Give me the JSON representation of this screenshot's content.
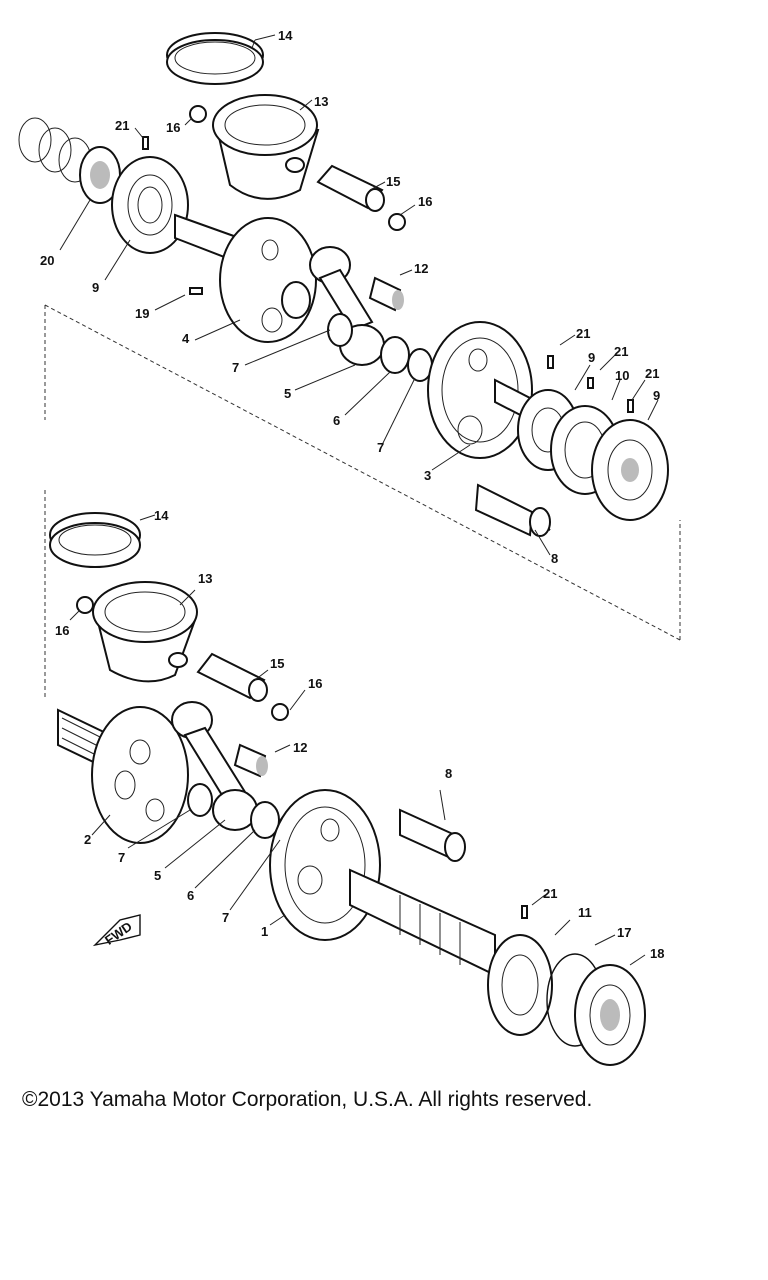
{
  "labels": {
    "l14a": "14",
    "l13a": "13",
    "l21a": "21",
    "l16a": "16",
    "l15a": "15",
    "l16b": "16",
    "l20": "20",
    "l9a": "9",
    "l19": "19",
    "l12a": "12",
    "l4": "4",
    "l7a": "7",
    "l5a": "5",
    "l6a": "6",
    "l7b": "7",
    "l3": "3",
    "l21b": "21",
    "l9b": "9",
    "l21c": "21",
    "l10": "10",
    "l21d": "21",
    "l9c": "9",
    "l8a": "8",
    "l14b": "14",
    "l13b": "13",
    "l16c": "16",
    "l15b": "15",
    "l16d": "16",
    "l12b": "12",
    "l2": "2",
    "l7c": "7",
    "l5b": "5",
    "l6b": "6",
    "l7d": "7",
    "l1": "1",
    "l8b": "8",
    "l21e": "21",
    "l11": "11",
    "l17": "17",
    "l18": "18"
  },
  "fwd_mark": "FWD",
  "copyright": "©2013 Yamaha Motor Corporation, U.S.A. All rights reserved."
}
